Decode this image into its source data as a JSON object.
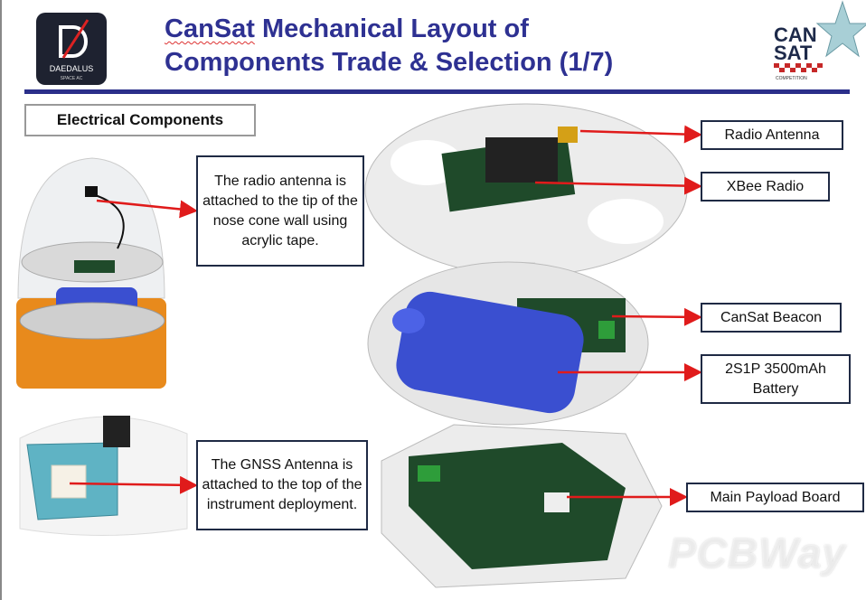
{
  "header": {
    "title_part1": "CanSat",
    "title_part1_rest": " Mechanical Layout of",
    "title_line2": "Components Trade & Selection (1/7)",
    "left_logo_text": "DAEDALUS",
    "left_logo_subtext": "SPACE AC",
    "right_logo_text_1": "CAN",
    "right_logo_text_2": "SAT",
    "right_logo_subtext": "COMPETITION"
  },
  "section_label": "Electrical Components",
  "callouts": {
    "radio_antenna_note": "The radio antenna is attached to the tip of the nose cone wall using acrylic tape.",
    "gnss_note": "The GNSS Antenna is attached to the top of the instrument deployment."
  },
  "labels": {
    "radio_antenna": "Radio Antenna",
    "xbee_radio": "XBee Radio",
    "cansat_beacon": "CanSat Beacon",
    "battery": "2S1P 3500mAh Battery",
    "main_payload_board": "Main Payload Board"
  },
  "watermark": "PCBWay",
  "colors": {
    "title": "#2e3192",
    "rule": "#2b2f8a",
    "arrow": "#e01b1b",
    "battery": "#3a4fd0",
    "pcb": "#1f4a2a"
  }
}
